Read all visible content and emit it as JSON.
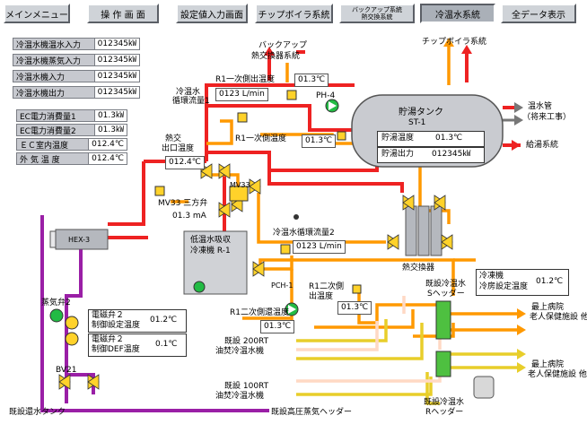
{
  "nav": [
    {
      "label": "メインメニュー"
    },
    {
      "label": "操 作 画 面"
    },
    {
      "label": "設定値入力画面"
    },
    {
      "label": "チップボイラ系統"
    },
    {
      "label_line1": "バックアップ系統",
      "label_line2": "熱交換系統"
    },
    {
      "label": "冷温水系統"
    },
    {
      "label": "全データ表示"
    }
  ],
  "left_params": [
    {
      "label": "冷温水機温水入力",
      "value": "012345㎾"
    },
    {
      "label": "冷温水機蒸気入力",
      "value": "012345㎾"
    },
    {
      "label": "冷温水機入力",
      "value": "012345㎾"
    },
    {
      "label": "冷温水機出力",
      "value": "012345㎾"
    }
  ],
  "ec_params": [
    {
      "label": "EC電力消費量1",
      "value": "01.3㎾"
    },
    {
      "label": "EC電力消費量2",
      "value": "01.3㎾"
    },
    {
      "label": "ＥＣ室内温度",
      "value": "012.4℃"
    },
    {
      "label": "外 気 温 度",
      "value": "012.4℃"
    }
  ],
  "labels": {
    "backup": "バックアップ",
    "backup_hx": "熱交換器系統",
    "chip_boiler": "チップボイラ系統",
    "r1_primary_outlet": "R1一次側出温度",
    "cw_flow1_a": "冷温水",
    "cw_flow1_b": "循環流量1",
    "ph4": "PH-4",
    "tank_title": "貯湯タンク",
    "tank_sub": "ST-1",
    "tank_temp": "貯湯温度",
    "tank_out": "貯湯出力",
    "hot_pipe_a": "温水管",
    "hot_pipe_b": "（将来工事）",
    "supply_system": "給湯系統",
    "r1_primary_inlet": "R1一次側温度",
    "hx_outlet_a": "熱交",
    "hx_outlet_b": "出口温度",
    "mv33": "MV33",
    "mv33_3way": "MV33 三方弁",
    "hex3": "HEX-3",
    "cw_flow2": "冷温水循環流量2",
    "absorber_a": "低温水吸収",
    "absorber_b": "冷凍機 R-1",
    "hx_bank": "熱交換器",
    "pch1": "PCH-1",
    "r1_secondary_a": "R1二次側",
    "r1_secondary_b": "出温度",
    "r1_secondary_return": "R1二次側還温度",
    "chiller_set_a": "冷凍機",
    "chiller_set_b": "冷房設定温度",
    "existing_s_a": "既設冷温水",
    "existing_s_b": "Sヘッダー",
    "existing_r_a": "既設冷温水",
    "existing_r_b": "Rヘッダー",
    "hospital1_a": "最上病院",
    "hospital1_b": "老人保健施設 他",
    "hospital2_a": "最上病院",
    "hospital2_b": "老人保健施設 他",
    "rt200_a": "既設 200RT",
    "rt200_b": "油焚冷温水機",
    "rt100_a": "既設 100RT",
    "rt100_b": "油焚冷温水機",
    "steam_valve": "蒸気弁2",
    "sv2_a_1": "電磁弁２",
    "sv2_a_2": "制御設定温度",
    "sv2_b_1": "電磁弁２",
    "sv2_b_2": "制御DEF温度",
    "bv21": "BV21",
    "drain_tank": "既設還水タンク",
    "steam_header": "既設高圧蒸気ヘッダー"
  },
  "values": {
    "r1_primary_outlet": "01.3℃",
    "cw_flow1": "0123 L/min",
    "r1_primary_inlet": "01.3℃",
    "tank_temp": "01.3℃",
    "tank_out": "012345㎾",
    "hx_outlet": "012.4℃",
    "mv33_current": "01.3 mA",
    "cw_flow2": "0123 L/min",
    "r1_secondary_outlet": "01.3℃",
    "r1_secondary_return": "01.3℃",
    "chiller_set": "01.2℃",
    "sv2_set": "01.2℃",
    "sv2_def": "0.1℃"
  },
  "colors": {
    "hot": "#ee2222",
    "warm": "#ff9900",
    "cold": "#e8ce2a",
    "cool_return": "#ffd9c4",
    "steam": "#9a1fa6",
    "pump": "#22bb44"
  }
}
